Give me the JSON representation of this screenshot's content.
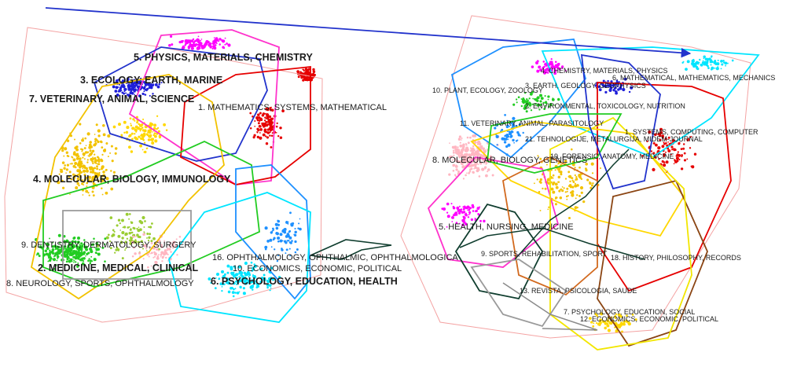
{
  "chart_data": {
    "type": "scatter",
    "panels": [
      {
        "clusters": [
          {
            "label": "5. PHYSICS, MATERIALS, CHEMISTRY",
            "color": "#ff00ff",
            "size": "big"
          },
          {
            "label": "3. ECOLOGY, EARTH, MARINE",
            "color": "#1f1fd9",
            "size": "big"
          },
          {
            "label": "7. VETERINARY, ANIMAL, SCIENCE",
            "color": "#ffd700",
            "size": "big"
          },
          {
            "label": "1. MATHEMATICS, SYSTEMS, MATHEMATICAL",
            "color": "#e60000",
            "size": "mid"
          },
          {
            "label": "4. MOLECULAR, BIOLOGY, IMMUNOLOGY",
            "color": "#f2c200",
            "size": "big"
          },
          {
            "label": "9. DENTISTRY, DERMATOLOGY, SURGERY",
            "color": "#9a9a9a",
            "size": "mid"
          },
          {
            "label": "2. MEDICINE, MEDICAL, CLINICAL",
            "color": "#22cc22",
            "size": "big"
          },
          {
            "label": "8. NEUROLOGY, SPORTS, OPHTHALMOLOGY",
            "color": "#ffb6c1",
            "size": "mid"
          },
          {
            "label": "16. OPHTHALMOLOGY, OPHTHALMIC, OPHTHALMOLOGICA",
            "color": "#1e90ff",
            "size": "mid"
          },
          {
            "label": "10. ECONOMICS, ECONOMIC, POLITICAL",
            "color": "#0f3d2e",
            "size": "mid"
          },
          {
            "label": "6. PSYCHOLOGY, EDUCATION, HEALTH",
            "color": "#00e5ff",
            "size": "big"
          }
        ]
      },
      {
        "clusters": [
          {
            "label": "4. CHEMISTRY, MATERIALS, PHYSICS",
            "color": "#ff00ff",
            "size": "sm"
          },
          {
            "label": "3. EARTH, GEOLOGY, GEOPHYSICS",
            "color": "#1f1fd9",
            "size": "sm"
          },
          {
            "label": "6. MATHEMATICAL, MATHEMATICS, MECHANICS",
            "color": "#00e5ff",
            "size": "sm"
          },
          {
            "label": "10. PLANT, ECOLOGY, ZOOLOGY",
            "color": "#1e90ff",
            "size": "sm"
          },
          {
            "label": "2. ENVIRONMENTAL, TOXICOLOGY, NUTRITION",
            "color": "#22cc22",
            "size": "sm"
          },
          {
            "label": "11. VETERINARY, ANIMAL, PARASITOLOGY",
            "color": "#ffd700",
            "size": "sm"
          },
          {
            "label": "1. SYSTEMS, COMPUTING, COMPUTER",
            "color": "#e60000",
            "size": "sm"
          },
          {
            "label": "21. TEHNOLOGIJE, METALURGIJA, MIDEM-JOURNAL",
            "color": "#555555",
            "size": "sm"
          },
          {
            "label": "8. MOLECULAR, BIOLOGY, GENETICS",
            "color": "#ffb6c1",
            "size": "mid"
          },
          {
            "label": "19. FORENSIC, ANATOMY, MEDICINE",
            "color": "#0f3d2e",
            "size": "sm"
          },
          {
            "label": "5. HEALTH, NURSING, MEDICINE",
            "color": "#ff00ff",
            "size": "mid"
          },
          {
            "label": "9. SPORTS, REHABILITATION, SPORT",
            "color": "#0f3d2e",
            "size": "sm"
          },
          {
            "label": "18. HISTORY, PHILOSOPHY, RECORDS",
            "color": "#8b4513",
            "size": "sm"
          },
          {
            "label": "13. REVISTA, PSICOLOGIA, SAUDE",
            "color": "#d2691e",
            "size": "sm"
          },
          {
            "label": "7. PSYCHOLOGY, EDUCATION, SOCIAL",
            "color": "#ffd700",
            "size": "sm"
          },
          {
            "label": "12. ECONOMICS, ECONOMIC, POLITICAL",
            "color": "#ffd700",
            "size": "sm"
          }
        ]
      }
    ]
  }
}
